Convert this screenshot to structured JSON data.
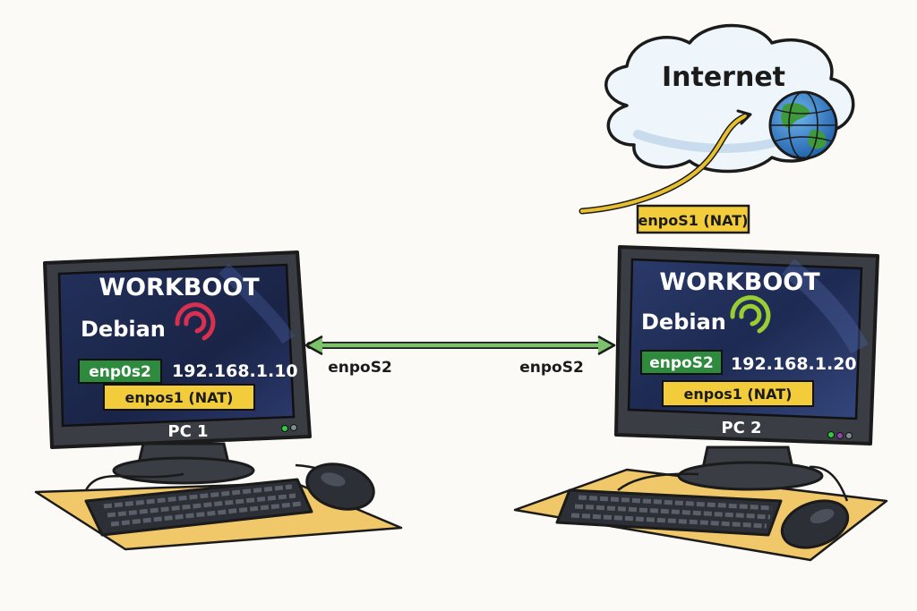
{
  "internet": {
    "label": "Internet",
    "nat_link_label": "enpoS1 (NAT)"
  },
  "link": {
    "left_label": "enpoS2",
    "right_label": "enpoS2"
  },
  "pc1": {
    "title": "WORKBOOT",
    "os": "Debian",
    "iface_label": "enp0s2",
    "ip": "192.168.1.10",
    "nat_label": "enpos1 (NAT)",
    "name": "PC 1"
  },
  "pc2": {
    "title": "WORKBOOT",
    "os": "Debian",
    "iface_label": "enpoS2",
    "ip": "192.168.1.20",
    "nat_label": "enpos1 (NAT)",
    "name": "PC 2"
  },
  "colors": {
    "screen": "#1f2b52",
    "bezel": "#3a3d44",
    "green_tag": "#2e8b3e",
    "yellow_tag": "#f2cc3a",
    "link_green": "#7cc26a",
    "cable_yellow": "#e8c02e",
    "debian_red": "#d9304f",
    "debian_green": "#9acd32",
    "desk": "#f0c86a"
  }
}
